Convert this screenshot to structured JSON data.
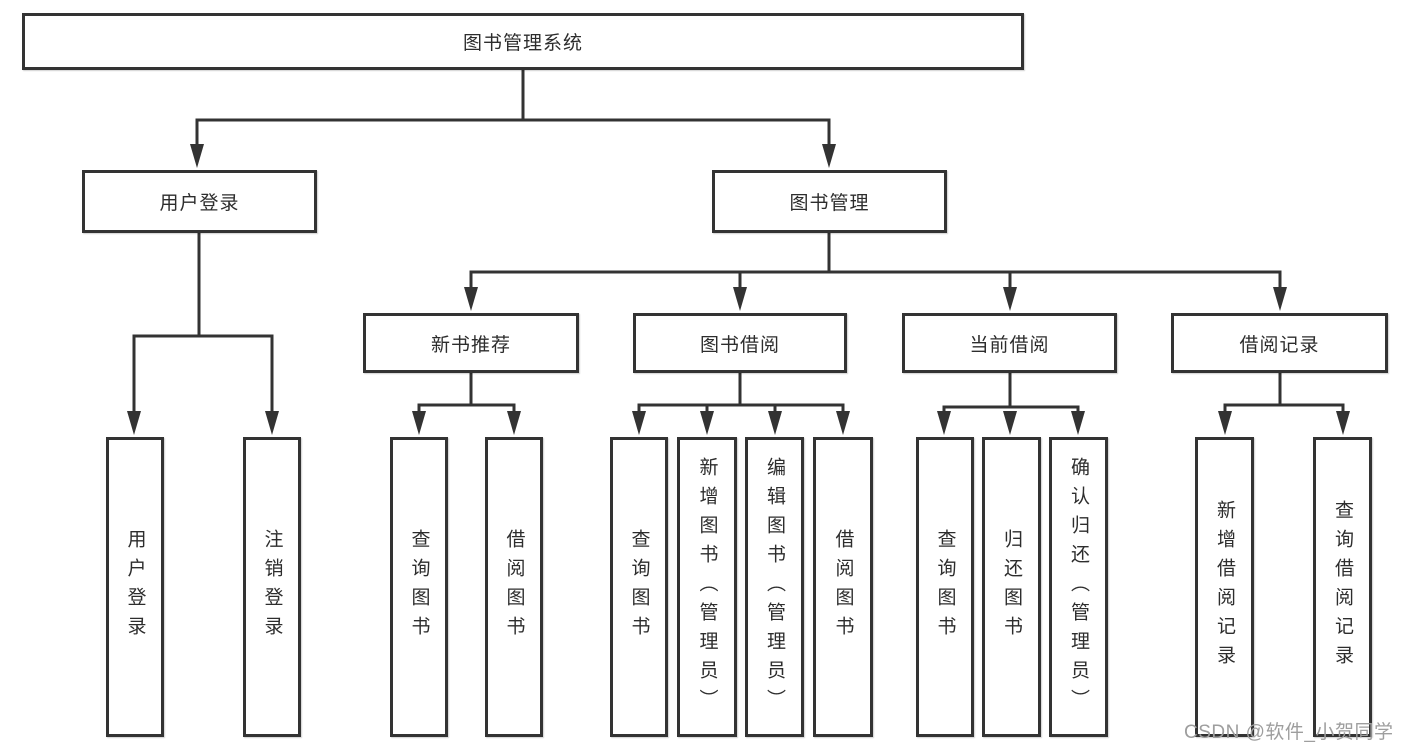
{
  "diagram": {
    "root": {
      "label": "图书管理系统"
    },
    "branches": {
      "user_login": {
        "label": "用户登录",
        "children": [
          {
            "label": "用户登录"
          },
          {
            "label": "注销登录"
          }
        ]
      },
      "book_mgmt": {
        "label": "图书管理",
        "children": {
          "new_book": {
            "label": "新书推荐",
            "children": [
              {
                "label": "查询图书"
              },
              {
                "label": "借阅图书"
              }
            ]
          },
          "book_borrow": {
            "label": "图书借阅",
            "children": [
              {
                "label": "查询图书"
              },
              {
                "label": "新增图书（管理员）"
              },
              {
                "label": "编辑图书（管理员）"
              },
              {
                "label": "借阅图书"
              }
            ]
          },
          "current_borrow": {
            "label": "当前借阅",
            "children": [
              {
                "label": "查询图书"
              },
              {
                "label": "归还图书"
              },
              {
                "label": "确认归还（管理员）"
              }
            ]
          },
          "borrow_record": {
            "label": "借阅记录",
            "children": [
              {
                "label": "新增借阅记录"
              },
              {
                "label": "查询借阅记录"
              }
            ]
          }
        }
      }
    }
  },
  "watermark": {
    "text": "CSDN @软件_小贺同学"
  },
  "colors": {
    "line": "#333333",
    "box_border": "#333333",
    "text": "#2d2d2d",
    "background": "#ffffff",
    "watermark": "#9e9e9e"
  }
}
